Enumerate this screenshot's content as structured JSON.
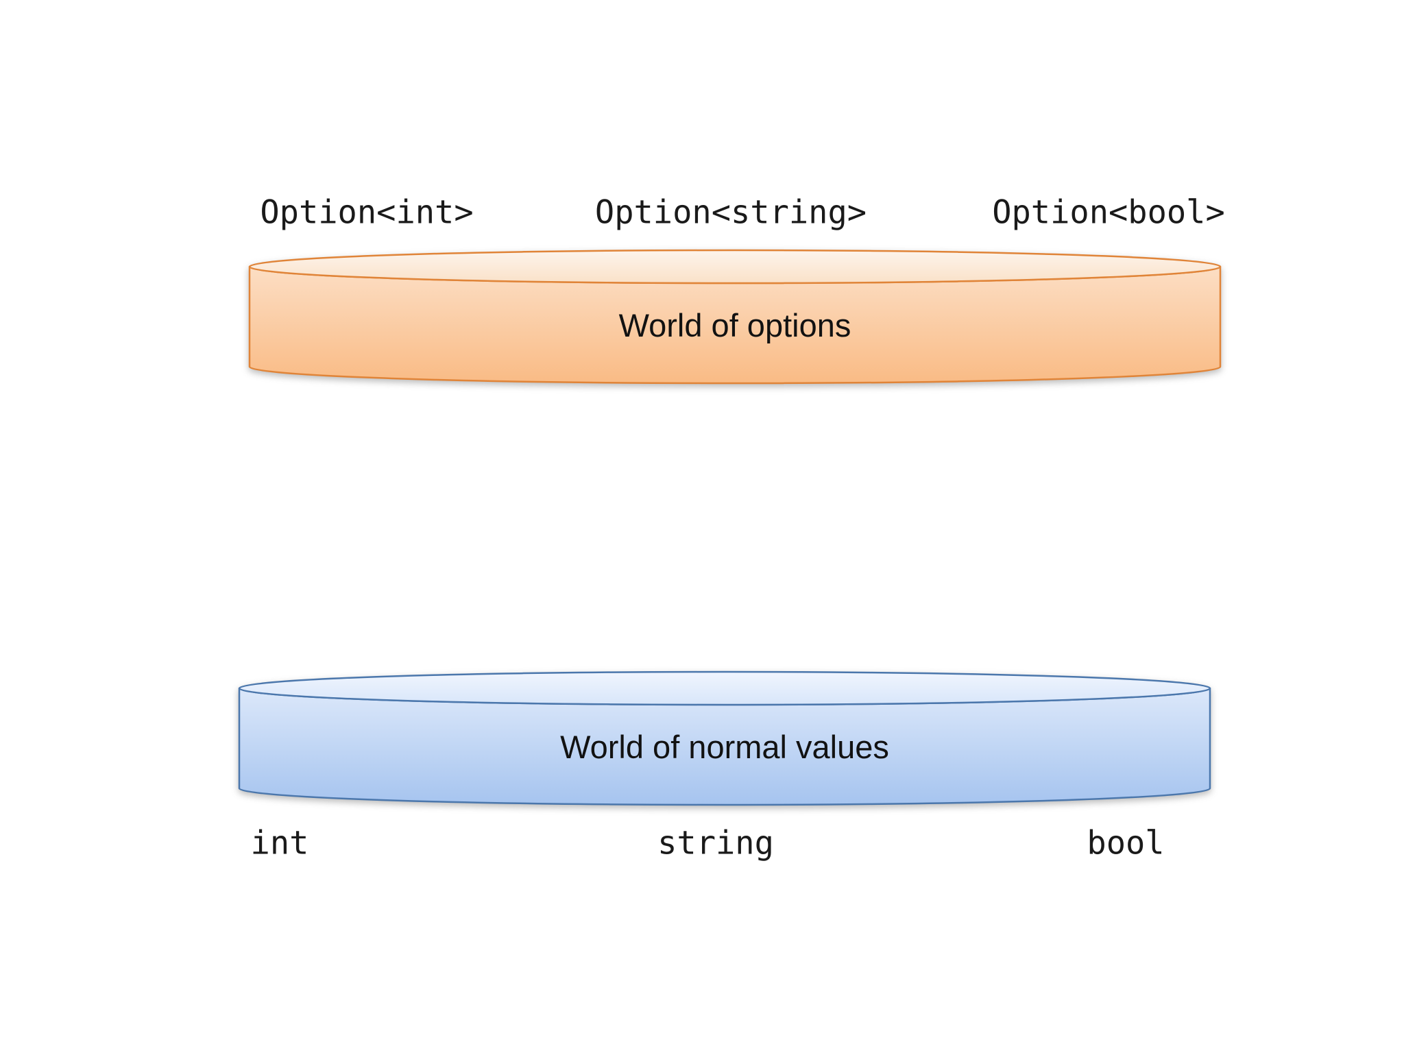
{
  "page": {
    "background": "#ffffff",
    "text_color": "#1a1a1a"
  },
  "top_labels": [
    {
      "text": "Option<int>"
    },
    {
      "text": "Option<string>"
    },
    {
      "text": "Option<bool>"
    }
  ],
  "cylinders": {
    "options": {
      "label": "World of options",
      "border": "#E08438",
      "body_top": "#FCDEC4",
      "body_bottom": "#F9BB85",
      "ellipse_top": "#FDF4EC",
      "ellipse_bottom": "#FAE1C8"
    },
    "normal": {
      "label": "World of normal values",
      "border": "#4B77AC",
      "body_top": "#DCE8FA",
      "body_bottom": "#A6C4EF",
      "ellipse_top": "#F0F5FE",
      "ellipse_bottom": "#D8E6FA"
    }
  },
  "bottom_labels": [
    {
      "text": "int"
    },
    {
      "text": "string"
    },
    {
      "text": "bool"
    }
  ]
}
